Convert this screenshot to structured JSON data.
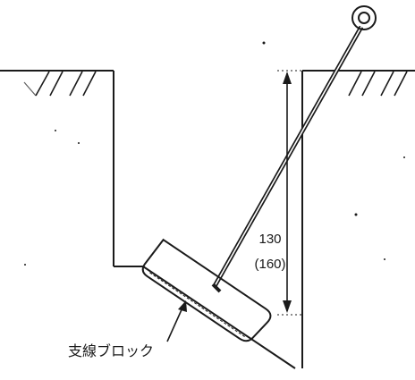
{
  "diagram": {
    "depth_main": "130",
    "depth_alt": "(160)",
    "block_label": "支線ブロック",
    "ink_color": "#1a1a1a",
    "background_color": "#ffffff"
  }
}
